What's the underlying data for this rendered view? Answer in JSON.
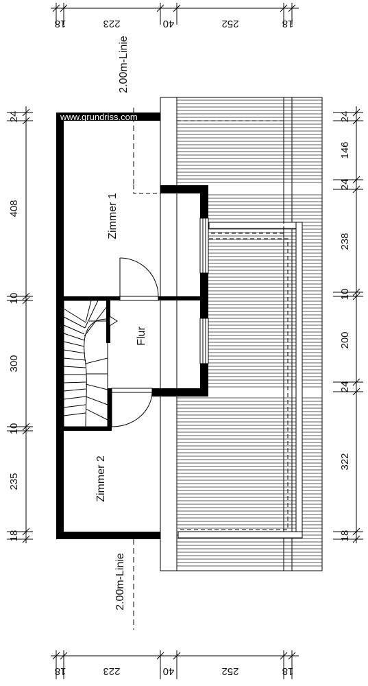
{
  "watermark": "www.grundriss.com",
  "rooms": {
    "zimmer1": "Zimmer 1",
    "zimmer2": "Zimmer 2",
    "flur": "Flur"
  },
  "line_label_top": "2.00m-Linie",
  "line_label_bottom": "2.00m-Linie",
  "dims_top": [
    "18",
    "223",
    "40",
    "252",
    "18"
  ],
  "dims_bottom": [
    "18",
    "223",
    "40",
    "252",
    "18"
  ],
  "dims_left": [
    "24",
    "408",
    "10",
    "300",
    "10",
    "235",
    "18"
  ],
  "dims_right": [
    "24",
    "146",
    "24",
    "238",
    "10",
    "200",
    "24",
    "322",
    "18"
  ]
}
